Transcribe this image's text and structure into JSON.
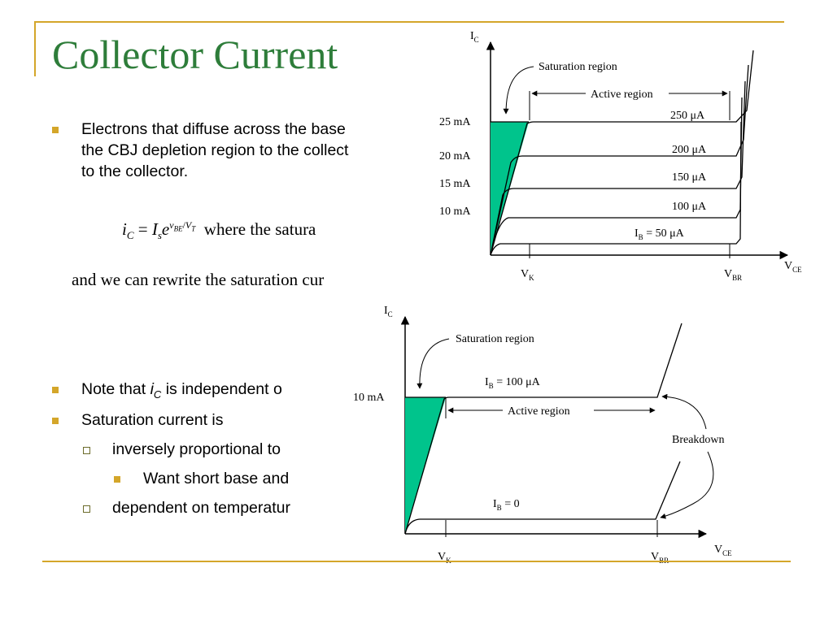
{
  "slide": {
    "title": "Collector Current",
    "bullets": [
      {
        "line1": "Electrons that diffuse across the base",
        "line2": "the CBJ depletion region to the collect",
        "line3": "to the collector."
      },
      {
        "pre": "Note that ",
        "var": "i",
        "sub": "C",
        "post": " is independent o"
      },
      {
        "text": "Saturation current is"
      },
      {
        "text": "inversely proportional to"
      },
      {
        "text": "Want short base and"
      },
      {
        "text": "dependent on temperatur"
      }
    ],
    "equations": {
      "eq1_where": "where the satura",
      "eq2": "and we can rewrite the saturation cur"
    },
    "colors": {
      "title": "#2e7d3a",
      "accent": "#d4a62a",
      "fill": "#00c48c"
    }
  },
  "figure_top": {
    "y_axis_label": "I",
    "y_axis_sub": "C",
    "x_axis_label": "V",
    "x_axis_sub": "CE",
    "vk_label": "V",
    "vk_sub": "K",
    "vbr_label": "V",
    "vbr_sub": "BR",
    "saturation_label": "Saturation region",
    "active_label": "Active region",
    "y_ticks": [
      "25 mA",
      "20 mA",
      "15 mA",
      "10 mA"
    ],
    "curves": [
      "250 μA",
      "200 μA",
      "150 μA",
      "100 μA"
    ],
    "ib_label": "I",
    "ib_sub": "B",
    "ib_value": " = 50 μA"
  },
  "figure_bottom": {
    "y_axis_label": "I",
    "y_axis_sub": "C",
    "x_axis_label": "V",
    "x_axis_sub": "CE",
    "vk_label": "V",
    "vk_sub": "K",
    "vbr_label": "V",
    "vbr_sub": "BR",
    "saturation_label": "Saturation region",
    "active_label": "Active region",
    "breakdown_label": "Breakdown",
    "y_tick": "10 mA",
    "ib_label": "I",
    "ib_sub": "B",
    "ib_high_value": " = 100 μA",
    "ib_zero_value": " = 0"
  }
}
